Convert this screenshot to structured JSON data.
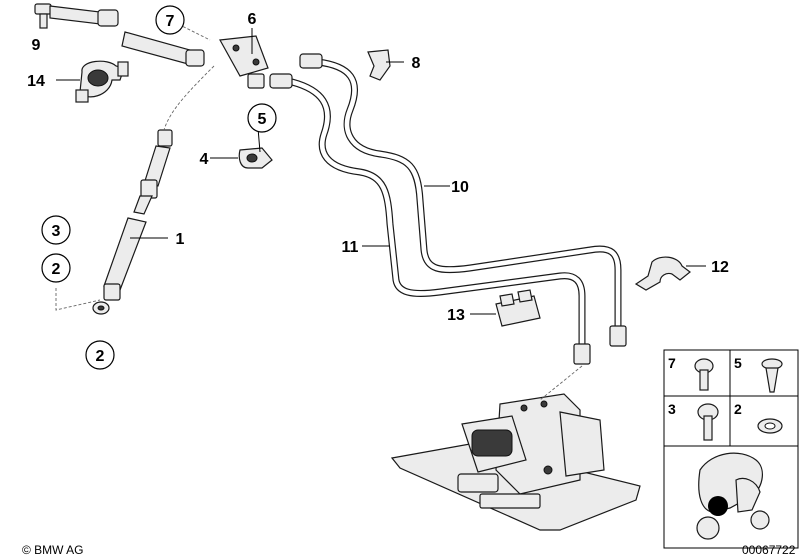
{
  "labels": {
    "p1": "1",
    "p2": "2",
    "p3": "3",
    "p4": "4",
    "p5": "5",
    "p6": "6",
    "p7": "7",
    "p8": "8",
    "p9": "9",
    "p10": "10",
    "p11": "11",
    "p12": "12",
    "p13": "13",
    "p14": "14",
    "p2b": "2"
  },
  "legend": {
    "a": "7",
    "b": "5",
    "c": "3",
    "d": "2"
  },
  "footer": {
    "copyright": "© BMW AG",
    "image_number": "00067722"
  }
}
